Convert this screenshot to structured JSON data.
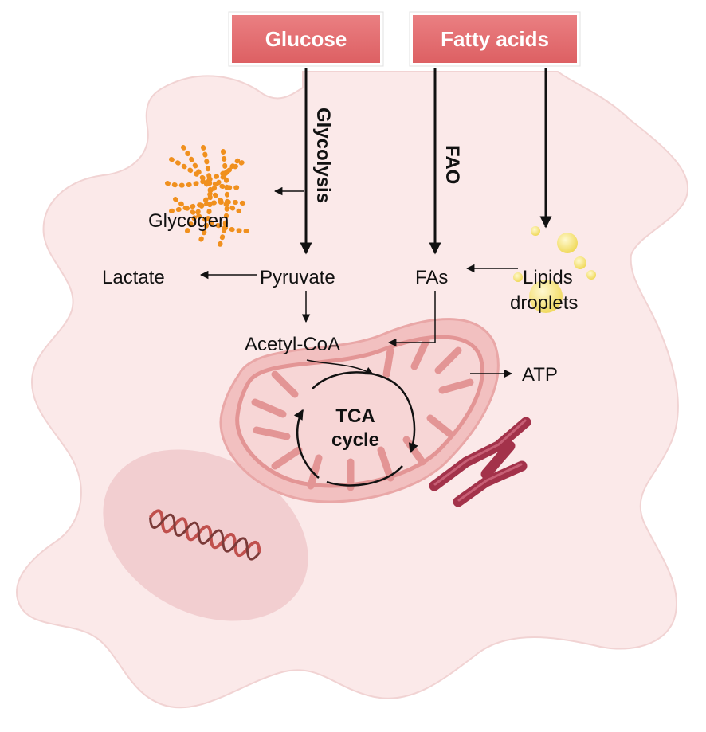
{
  "sources": {
    "glucose": "Glucose",
    "fatty_acids": "Fatty acids"
  },
  "pathways": {
    "glycolysis": "Glycolysis",
    "fao": "FAO"
  },
  "metabolites": {
    "glycogen": "Glycogen",
    "lactate": "Lactate",
    "pyruvate": "Pyruvate",
    "fas": "FAs",
    "lipids_line1": "Lipids",
    "lipids_line2": "droplets",
    "acetyl_coa": "Acetyl-CoA",
    "atp": "ATP"
  },
  "tca": {
    "line1": "TCA",
    "line2": "cycle"
  },
  "colors": {
    "box_fill": "#e46c6f",
    "box_border": "#ffffff",
    "cell_fill": "#f9e6e6",
    "cell_stroke": "#efcfcf",
    "nucleus_fill": "#efc6c8",
    "mito_outer": "#f2bcbc",
    "mito_inner": "#e89a9a",
    "glycogen": "#f0901e",
    "lipid": "#f4e37e",
    "organelle_dark": "#a3324a"
  }
}
